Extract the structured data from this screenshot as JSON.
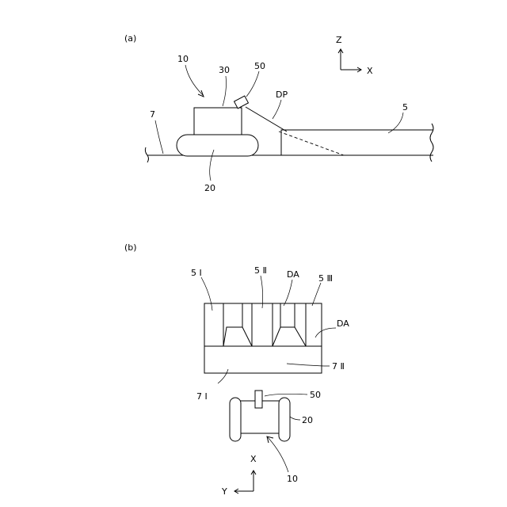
{
  "panel_a": {
    "panel_label": "(a)",
    "axes": {
      "z": "Z",
      "x": "X"
    },
    "labels": {
      "machine": "10",
      "body": "30",
      "sensor": "50",
      "track": "20",
      "ground": "7",
      "bench": "5",
      "dp": "DP"
    }
  },
  "panel_b": {
    "panel_label": "(b)",
    "axes": {
      "x": "X",
      "y": "Y"
    },
    "labels": {
      "face_1": "5 Ⅰ",
      "face_2": "5 Ⅱ",
      "face_3": "5 Ⅲ",
      "da_top": "DA",
      "da_right": "DA",
      "floor_2": "7 Ⅱ",
      "floor_1": "7 Ⅰ",
      "sensor": "50",
      "track": "20",
      "machine": "10"
    }
  }
}
